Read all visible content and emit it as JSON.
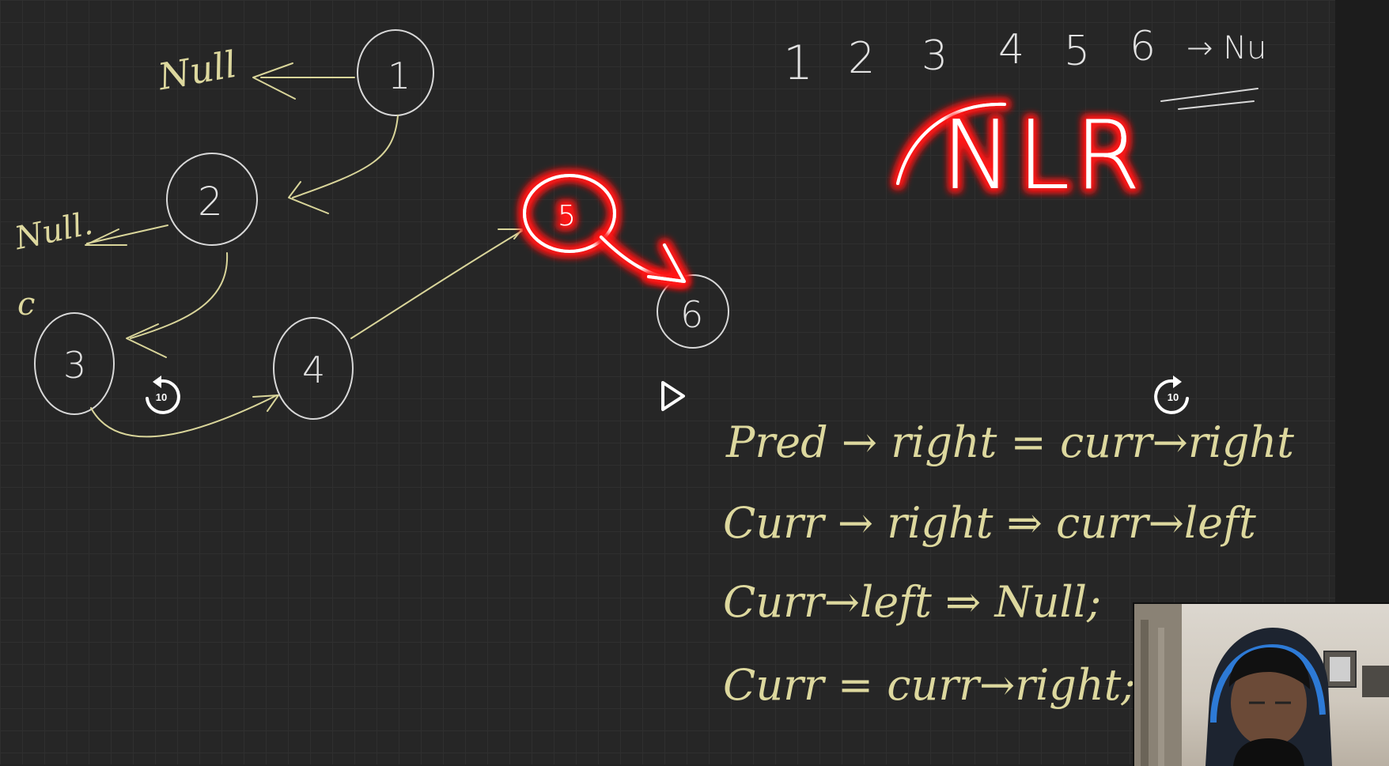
{
  "tree": {
    "nodes": [
      {
        "label": "1"
      },
      {
        "label": "2"
      },
      {
        "label": "3"
      },
      {
        "label": "4"
      },
      {
        "label": "5"
      },
      {
        "label": "6"
      }
    ],
    "null_labels": [
      "Null",
      "Null."
    ],
    "stray_mark": "c"
  },
  "sequence": {
    "items": [
      "1",
      "2",
      "3",
      "4",
      "5",
      "6"
    ],
    "tail": "→ Nu"
  },
  "highlight": {
    "text": "NLR"
  },
  "code_lines": [
    "Pred → right = curr→right",
    "Curr → right ⇒ curr→left",
    "Curr→left ⇒ Null;",
    "Curr = curr→right;"
  ],
  "player": {
    "rewind_label": "10",
    "forward_label": "10"
  },
  "colors": {
    "board": "#262626",
    "ink_white": "#d8d8d8",
    "ink_yellow": "#d9d59a",
    "glow_red": "#ff1a1a"
  }
}
